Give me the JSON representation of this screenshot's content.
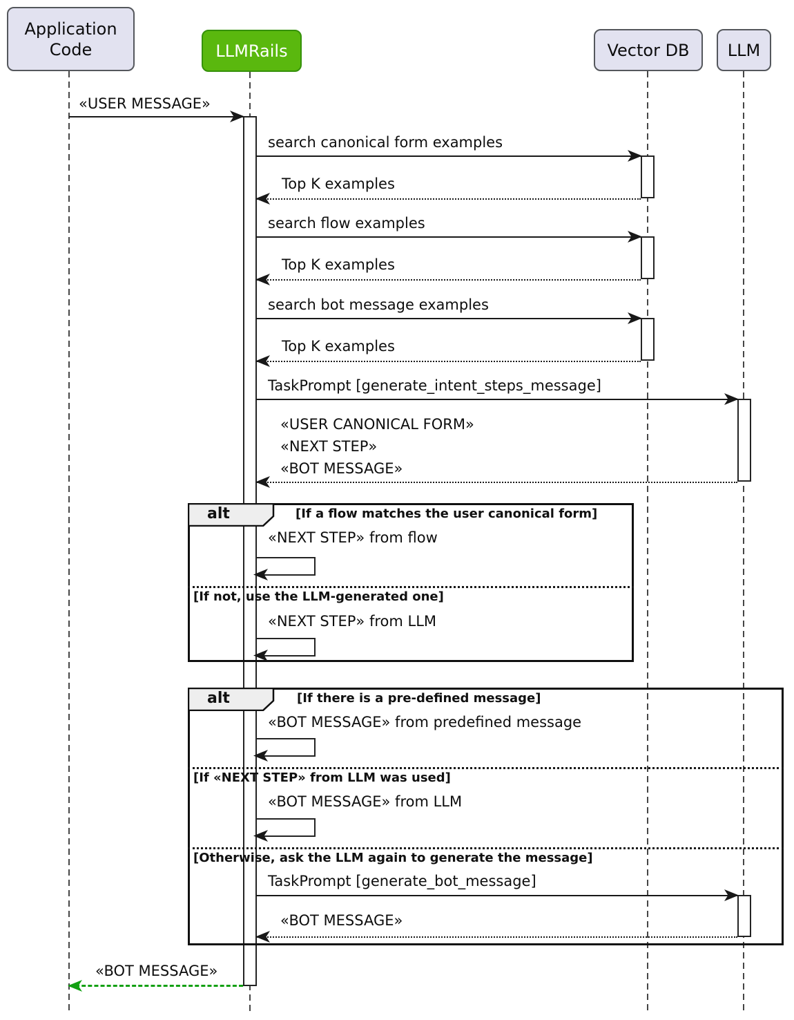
{
  "participants": [
    {
      "label": "Application\nCode"
    },
    {
      "label": "LLMRails"
    },
    {
      "label": "Vector DB"
    },
    {
      "label": "LLM"
    }
  ],
  "messages": {
    "user_message": "«USER MESSAGE»",
    "search_canonical": "search canonical form examples",
    "topk1": "Top K examples",
    "search_flow": "search flow examples",
    "topk2": "Top K examples",
    "search_bot": "search bot message examples",
    "topk3": "Top K examples",
    "task_prompt_intent": "TaskPrompt [generate_intent_steps_message]",
    "intent_return": [
      "«USER CANONICAL FORM»",
      "«NEXT STEP»",
      "«BOT MESSAGE»"
    ],
    "final_bot_message": "«BOT MESSAGE»"
  },
  "alt1": {
    "keyword": "alt",
    "condition1": "[If a flow matches the user canonical form]",
    "message1": "«NEXT STEP» from flow",
    "condition2": "[If not, use the LLM-generated one]",
    "message2": "«NEXT STEP» from LLM"
  },
  "alt2": {
    "keyword": "alt",
    "condition1": "[If there is a pre-defined message]",
    "message1": "«BOT MESSAGE» from predefined message",
    "condition2": "[If «NEXT STEP» from LLM was used]",
    "message2": "«BOT MESSAGE» from LLM",
    "condition3": "[Otherwise, ask the LLM again to generate the message]",
    "message3": "TaskPrompt [generate_bot_message]",
    "return3": "«BOT MESSAGE»"
  },
  "colors": {
    "participant_fill": "#E2E2F0",
    "highlight_fill": "#5AB80E",
    "highlight_border": "#35910A",
    "line": "#181818",
    "return_green": "#12A012",
    "frame_label_fill": "#EEEEEE"
  }
}
